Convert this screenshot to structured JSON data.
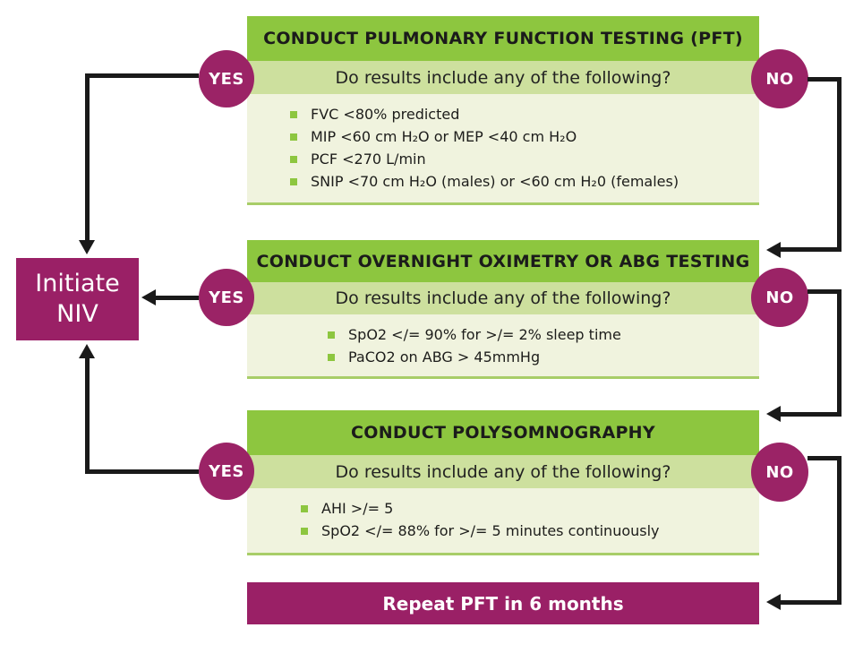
{
  "palette": {
    "green": "#8dc63f",
    "light_green_band": "#cde09e",
    "pale_green_list": "#f0f3de",
    "purple": "#9a2066",
    "arrow_black": "#1a1a1a"
  },
  "decisions": {
    "yes": "YES",
    "no": "NO"
  },
  "boxes": [
    {
      "title": "CONDUCT PULMONARY FUNCTION TESTING (PFT)",
      "question": "Do results include any of the following?",
      "bullets": [
        "FVC <80% predicted",
        "MIP <60 cm H₂O or MEP <40 cm H₂O",
        "PCF <270 L/min",
        "SNIP <70 cm H₂O (males) or <60 cm H₂0 (females)"
      ]
    },
    {
      "title": "CONDUCT OVERNIGHT OXIMETRY OR ABG TESTING",
      "question": "Do results include any of the following?",
      "bullets": [
        "SpO2 </= 90% for >/= 2% sleep time",
        "PaCO2 on ABG > 45mmHg"
      ]
    },
    {
      "title": "CONDUCT POLYSOMNOGRAPHY",
      "question": "Do results include any of the following?",
      "bullets": [
        "AHI >/= 5",
        "SpO2 </= 88% for >/= 5 minutes continuously"
      ]
    }
  ],
  "initiate_box": {
    "line1": "Initiate",
    "line2": "NIV"
  },
  "repeat_bar": {
    "label": "Repeat PFT in 6 months"
  }
}
